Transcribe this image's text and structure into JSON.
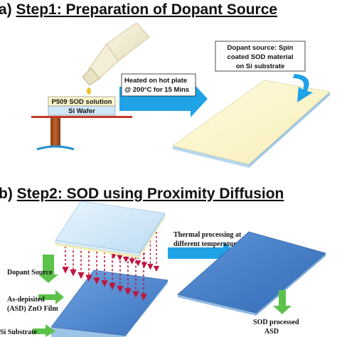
{
  "step1": {
    "prefix": "a) ",
    "step": "Step1: ",
    "title": "Preparation of Dopant Source",
    "sod_solution": "P509 SOD solution",
    "wafer": "Si Wafer",
    "arrow_text_1": "Heated on hot plate",
    "arrow_text_2": "@ 200°C for 15 Mins",
    "dopant_note_1": "Dopant source: Spin",
    "dopant_note_2": "coated SOD material",
    "dopant_note_3": "on Si substrate"
  },
  "step2": {
    "prefix": "b) ",
    "step": "Step2: ",
    "title": "SOD using Proximity Diffusion",
    "thermal_1": "Thermal processing  at",
    "thermal_2": "different temperatures",
    "dopant_source": "Dopant Source",
    "film_1": "As-depisited",
    "film_2": "(ASD) ZnO Film",
    "substrate": "Si Substrate",
    "processed_1": "SOD processed",
    "processed_2": "ASD"
  },
  "colors": {
    "arrow_blue": "#1fa2e6",
    "sod_yellow": "#fdf6c8",
    "wafer_blue": "#cfe6f6",
    "zno_blue": "#4a83cc",
    "heater_red": "#c0392b",
    "diffusion_red": "#c0143c",
    "callout_green": "#5cc24a"
  }
}
